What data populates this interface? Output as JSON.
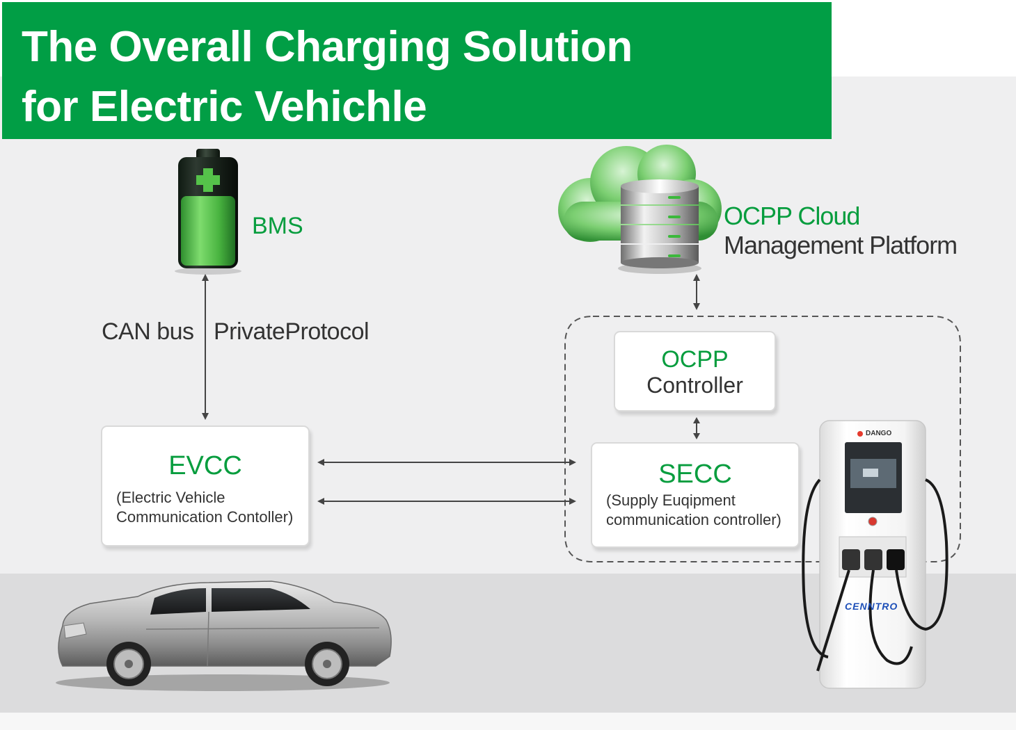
{
  "title": {
    "line1": "The Overall Charging Solution",
    "line2": "for Electric Vehichle"
  },
  "bms": {
    "label": "BMS"
  },
  "link_bms_evcc": {
    "left_label": "CAN bus",
    "right_label": "PrivateProtocol"
  },
  "cloud": {
    "line1": "OCPP Cloud",
    "line2": "Management Platform"
  },
  "evcc": {
    "title": "EVCC",
    "sub1": "(Electric Vehicle",
    "sub2": "Communication Contoller)"
  },
  "ocpp_controller": {
    "title": "OCPP",
    "sub": "Controller"
  },
  "secc": {
    "title": "SECC",
    "sub1": "(Supply Euqipment",
    "sub2": "communication controller)"
  },
  "charger": {
    "brand_top": "DANGO",
    "brand_bottom": "CENNTRO"
  },
  "colors": {
    "brand_green": "#019e45",
    "text_green": "#079d3e",
    "text_dark": "#333333"
  },
  "icons": [
    "battery-icon",
    "cloud-server-icon",
    "car-icon",
    "ev-charger-icon"
  ]
}
